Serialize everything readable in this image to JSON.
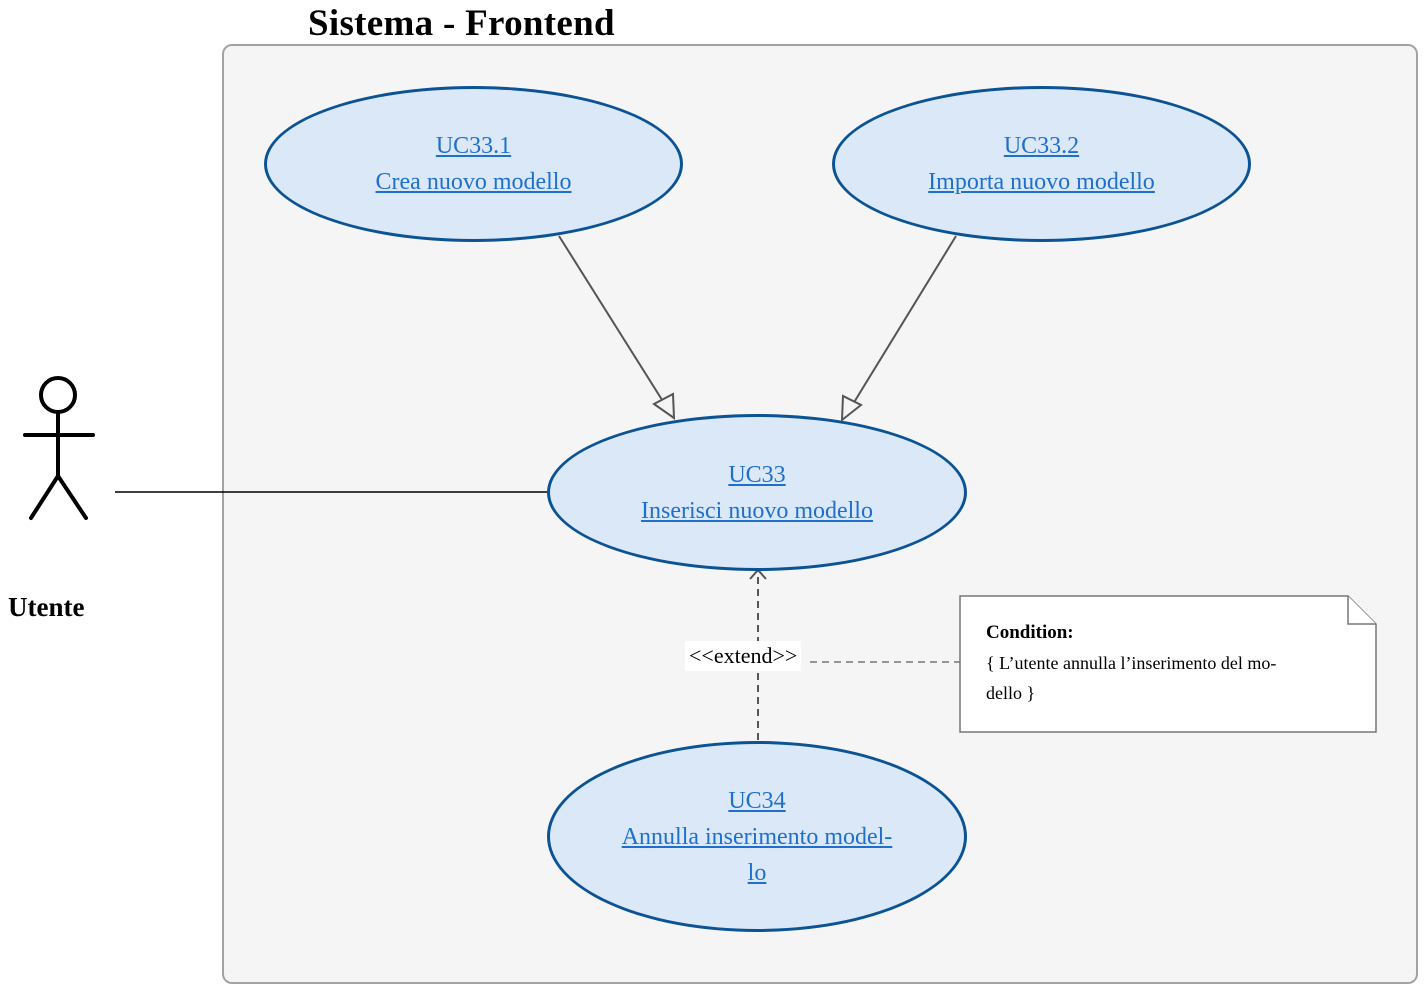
{
  "system": {
    "title": "Sistema - Frontend"
  },
  "actor": {
    "label": "Utente"
  },
  "use_cases": {
    "uc33_1": {
      "id": "UC33.1",
      "name": "Crea nuovo modello"
    },
    "uc33_2": {
      "id": "UC33.2",
      "name": "Importa nuovo modello"
    },
    "uc33": {
      "id": "UC33",
      "name": "Inserisci nuovo modello"
    },
    "uc34": {
      "id": "UC34",
      "name_line1": "Annulla inserimento model-",
      "name_line2": "lo"
    }
  },
  "extend": {
    "label": "<<extend>>"
  },
  "note": {
    "title": "Condition:",
    "line1": "{ L’utente annulla l’inserimento del mo-",
    "line2": "dello }"
  },
  "colors": {
    "usecase_fill": "#dae8f7",
    "usecase_border": "#0b5394",
    "link": "#1f6fd1",
    "system_fill": "#f5f5f5"
  }
}
